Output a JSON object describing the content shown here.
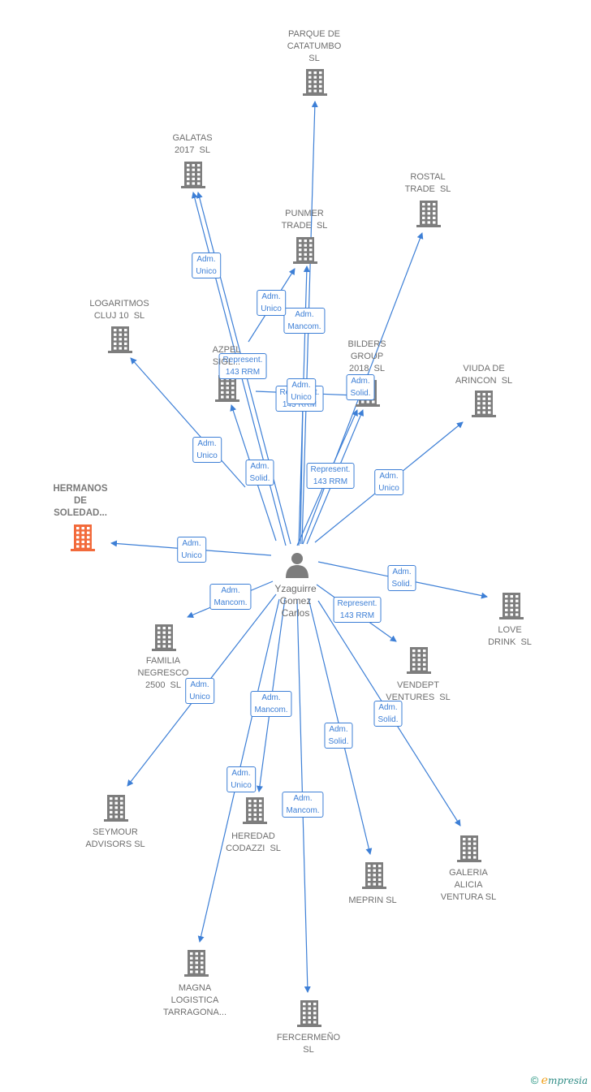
{
  "colors": {
    "edge": "#3d7fd6",
    "building": "#7d7d7d",
    "focus": "#f26a3b",
    "text": "#6e6e6e"
  },
  "person": {
    "name": "Yzaguirre\nGomez\nCarlos",
    "icon": "person-icon"
  },
  "companies": [
    {
      "id": "parque",
      "label": "PARQUE DE\nCATATUMBO\nSL"
    },
    {
      "id": "galatas",
      "label": "GALATAS\n2017  SL"
    },
    {
      "id": "rostal",
      "label": "ROSTAL\nTRADE  SL"
    },
    {
      "id": "punmer",
      "label": "PUNMER\nTRADE  SL"
    },
    {
      "id": "logaritmos",
      "label": "LOGARITMOS\nCLUJ 10  SL"
    },
    {
      "id": "azpel",
      "label": "AZPEL\nSIGL..."
    },
    {
      "id": "bilders",
      "label": "BILDERS\nGROUP\n2018  SL"
    },
    {
      "id": "viuda",
      "label": "VIUDA DE\nARINCON  SL"
    },
    {
      "id": "hermanos",
      "label": "HERMANOS\nDE\nSOLEDAD...",
      "focus": true
    },
    {
      "id": "love",
      "label": "LOVE\nDRINK  SL"
    },
    {
      "id": "familia",
      "label": "FAMILIA\nNEGRESCO\n2500  SL"
    },
    {
      "id": "vendept",
      "label": "VENDEPT\nVENTURES  SL"
    },
    {
      "id": "seymour",
      "label": "SEYMOUR\nADVISORS SL"
    },
    {
      "id": "heredad",
      "label": "HEREDAD\nCODAZZI  SL"
    },
    {
      "id": "galeria",
      "label": "GALERIA\nALICIA\nVENTURA SL"
    },
    {
      "id": "meprin",
      "label": "MEPRIN SL"
    },
    {
      "id": "magna",
      "label": "MAGNA\nLOGISTICA\nTARRAGONA..."
    },
    {
      "id": "fercermeno",
      "label": "FERCERMEÑO\nSL"
    }
  ],
  "edges": [
    {
      "to": "parque",
      "label": "Adm.\nMancom."
    },
    {
      "to": "galatas",
      "label": "Adm.\nUnico"
    },
    {
      "to": "galatas",
      "label": ""
    },
    {
      "to": "rostal",
      "label": "Represent.\n143 RRM"
    },
    {
      "to": "punmer",
      "label": "Adm.\nUnico"
    },
    {
      "to": "punmer",
      "label": ""
    },
    {
      "to": "logaritmos",
      "label": "Adm.\nUnico"
    },
    {
      "to": "azpel",
      "label": "Adm.\nSolid."
    },
    {
      "to": "azpel",
      "label": "Represent.\n143 RRM"
    },
    {
      "to": "bilders",
      "label": "Adm.\nSolid."
    },
    {
      "to": "bilders",
      "label": "Represent.\n143 RRM"
    },
    {
      "to": "bilders",
      "label": "Adm.\nUnico"
    },
    {
      "to": "viuda",
      "label": "Adm.\nUnico"
    },
    {
      "to": "hermanos",
      "label": "Adm.\nUnico"
    },
    {
      "to": "love",
      "label": "Adm.\nSolid."
    },
    {
      "to": "familia",
      "label": "Adm.\nMancom."
    },
    {
      "to": "vendept",
      "label": "Represent.\n143 RRM"
    },
    {
      "to": "seymour",
      "label": "Adm.\nUnico"
    },
    {
      "to": "heredad",
      "label": "Adm.\nMancom."
    },
    {
      "to": "galeria",
      "label": "Adm.\nSolid."
    },
    {
      "to": "meprin",
      "label": "Adm.\nSolid."
    },
    {
      "to": "magna",
      "label": "Adm.\nUnico"
    },
    {
      "to": "fercermeno",
      "label": "Adm.\nMancom."
    }
  ],
  "brand": {
    "copyright": "©",
    "e": "e",
    "rest": "mpresia"
  }
}
